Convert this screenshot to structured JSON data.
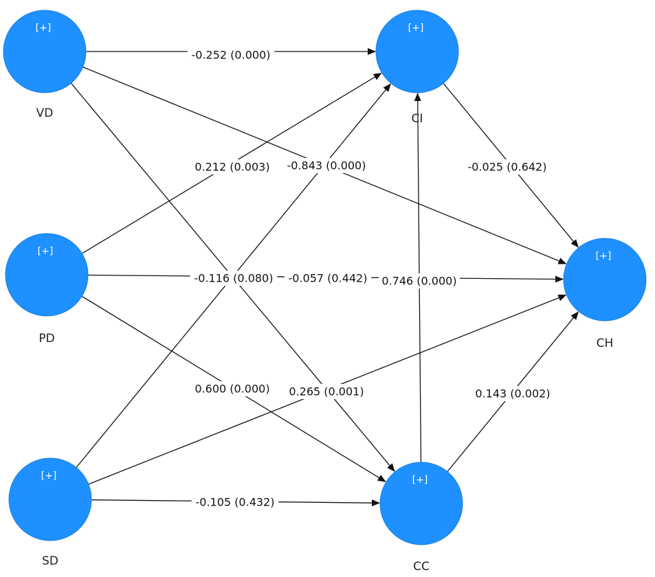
{
  "diagram": {
    "node_color": "#1e90ff",
    "nodes": [
      {
        "id": "VD",
        "label": "VD",
        "expand": "[+]"
      },
      {
        "id": "PD",
        "label": "PD",
        "expand": "[+]"
      },
      {
        "id": "SD",
        "label": "SD",
        "expand": "[+]"
      },
      {
        "id": "CI",
        "label": "CI",
        "expand": "[+]"
      },
      {
        "id": "CC",
        "label": "CC",
        "expand": "[+]"
      },
      {
        "id": "CH",
        "label": "CH",
        "expand": "[+]"
      }
    ],
    "edges": [
      {
        "from": "VD",
        "to": "CI",
        "label": "-0.252 (0.000)"
      },
      {
        "from": "VD",
        "to": "CH",
        "label": "-0.843 (0.000)"
      },
      {
        "from": "VD",
        "to": "CC",
        "label": "-0.116 (0.080)"
      },
      {
        "from": "PD",
        "to": "CI",
        "label": "0.212 (0.003)"
      },
      {
        "from": "PD",
        "to": "CH",
        "label": "-0.057 (0.442)"
      },
      {
        "from": "PD",
        "to": "CC",
        "label": "0.600 (0.000)"
      },
      {
        "from": "SD",
        "to": "CI",
        "label": "-0.116 (0.080)"
      },
      {
        "from": "SD",
        "to": "CH",
        "label": "0.265 (0.001)"
      },
      {
        "from": "SD",
        "to": "CC",
        "label": "-0.105 (0.432)"
      },
      {
        "from": "CI",
        "to": "CH",
        "label": "-0.025 (0.642)"
      },
      {
        "from": "CC",
        "to": "CI",
        "label": "0.746 (0.000)"
      },
      {
        "from": "CC",
        "to": "CH",
        "label": "0.143 (0.002)"
      }
    ]
  }
}
